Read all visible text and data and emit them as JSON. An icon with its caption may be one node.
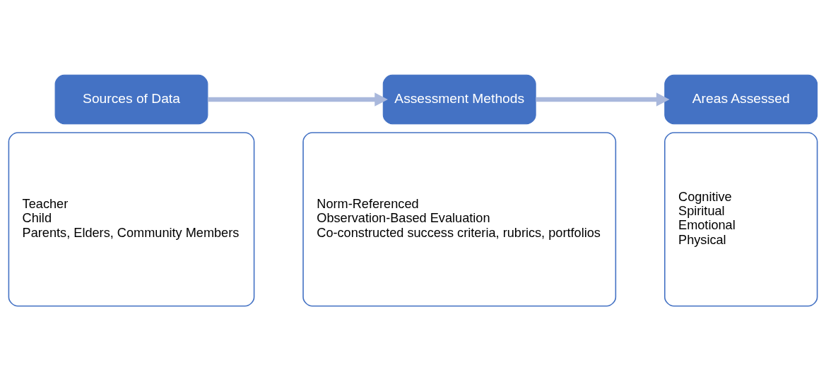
{
  "diagram": {
    "nodes": [
      {
        "text": [
          "Sources of Data"
        ]
      },
      {
        "text": [
          "Teacher",
          "Child",
          "Parents, Elders, Community Members"
        ]
      },
      {
        "text": [
          "Assessment Methods"
        ]
      },
      {
        "text": [
          "Norm-Referenced",
          "Observation-Based Evaluation",
          "Co-constructed success criteria, rubrics, portfolios"
        ]
      },
      {
        "text": [
          "Areas Assessed"
        ]
      },
      {
        "text": [
          "Cognitive",
          "Spiritual",
          "Emotional",
          "Physical"
        ]
      }
    ],
    "edges": [
      {
        "from": 0,
        "to": 2,
        "arrow": "to"
      },
      {
        "from": 2,
        "to": 4,
        "arrow": "to"
      }
    ]
  }
}
